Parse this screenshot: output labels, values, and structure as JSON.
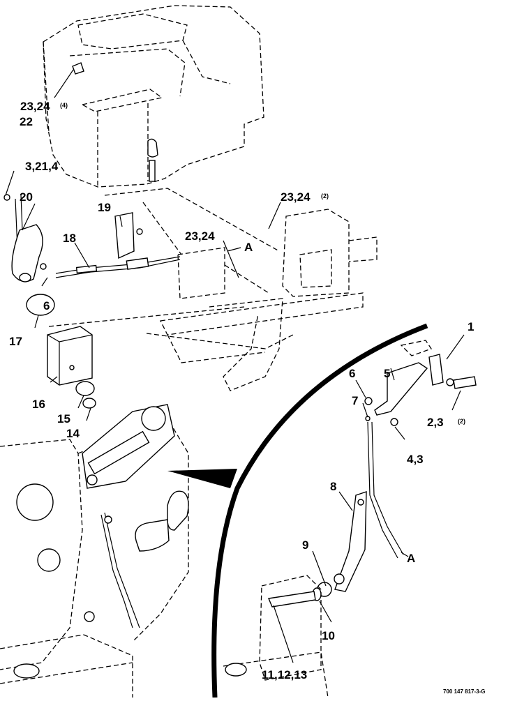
{
  "callouts": {
    "c1": "1",
    "c2_3_2": "2,3",
    "c2_3_2_qty": "(2)",
    "c3_21_4": "3,21,4",
    "c4_3": "4,3",
    "c5": "5",
    "c6_left": "6",
    "c6_right": "6",
    "c7": "7",
    "c8": "8",
    "c9": "9",
    "c10": "10",
    "c11_12_13": "11,12,13",
    "c14": "14",
    "c15": "15",
    "c16": "16",
    "c17": "17",
    "c18": "18",
    "c19": "19",
    "c20": "20",
    "c22": "22",
    "c23_24_4": "23,24",
    "c23_24_4_qty": "(4)",
    "c23_24_2": "23,24",
    "c23_24_2_qty": "(2)",
    "c23_24": "23,24",
    "a_top": "A",
    "a_bottom": "A"
  },
  "footer": {
    "part_number": "700 147 817-3-G"
  }
}
